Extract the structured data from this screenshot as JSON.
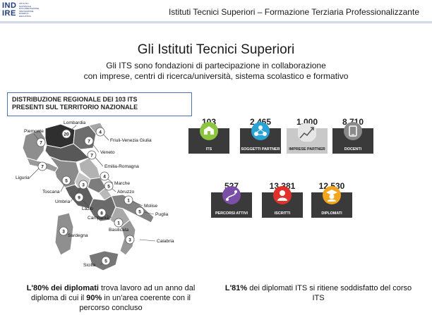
{
  "header": {
    "logo_text": "INDIRE",
    "logo_fine": "ISTITUTO NAZIONALE DOCUMENTAZIONE INNOVAZIONE RICERCA EDUCATIVA",
    "title": "Istituti Tecnici Superiori – Formazione Terziaria Professionalizzante"
  },
  "main": {
    "title": "Gli Istituti Tecnici Superiori",
    "subtitle_line1": "Gli ITS sono fondazioni di partecipazione in collaborazione",
    "subtitle_line2": "con imprese, centri di ricerca/università, sistema scolastico e formativo"
  },
  "distribution": {
    "line1": "DISTRIBUZIONE REGIONALE DEI 103 ITS",
    "line2": "PRESENTI SUL TERRITORIO NAZIONALE"
  },
  "map": {
    "regions": [
      {
        "name": "Lombardia",
        "count": "20"
      },
      {
        "name": "Piemonte",
        "count": "7"
      },
      {
        "name": "Friuli-Venezia Giulia",
        "count": "4"
      },
      {
        "name": "Veneto",
        "count": "7"
      },
      {
        "name": "Emilia-Romagna",
        "count": "7"
      },
      {
        "name": "Liguria",
        "count": "7"
      },
      {
        "name": "Marche",
        "count": "4"
      },
      {
        "name": "Toscana",
        "count": "5"
      },
      {
        "name": "Abruzzo",
        "count": "5"
      },
      {
        "name": "Umbria",
        "count": "3"
      },
      {
        "name": "Molise",
        "count": "1"
      },
      {
        "name": "Lazio",
        "count": "9"
      },
      {
        "name": "Puglia",
        "count": "5"
      },
      {
        "name": "Campania",
        "count": "8"
      },
      {
        "name": "Basilicata",
        "count": "1"
      },
      {
        "name": "Sardegna",
        "count": "3"
      },
      {
        "name": "Calabria",
        "count": "3"
      },
      {
        "name": "Sicilia",
        "count": "5"
      }
    ]
  },
  "stats": [
    {
      "value": "103",
      "label": "ITS",
      "icon": "school-icon",
      "color": "#8cc63f",
      "light": false
    },
    {
      "value": "2.465",
      "label": "SOGGETTI PARTNER",
      "icon": "network-icon",
      "color": "#29a3d6",
      "light": false
    },
    {
      "value": "1.000",
      "label": "IMPRESE PARTNER",
      "icon": "growth-chart-icon",
      "color": "#9e9e9e",
      "light": true
    },
    {
      "value": "8.710",
      "label": "DOCENTI",
      "icon": "tablet-icon",
      "color": "#8a8a8a",
      "light": false
    },
    {
      "value": "527",
      "label": "PERCORSI ATTIVI",
      "icon": "route-icon",
      "color": "#7b4fa8",
      "light": false
    },
    {
      "value": "13.381",
      "label": "ISCRITTI",
      "icon": "student-icon",
      "color": "#e0322b",
      "light": false
    },
    {
      "value": "12.530",
      "label": "DIPLOMATI",
      "icon": "graduate-icon",
      "color": "#f2a51e",
      "light": false
    }
  ],
  "footer": {
    "left_bold1": "L'80% dei diplomati",
    "left_text1": " trova lavoro ad un anno dal diploma di cui il ",
    "left_bold2": "90%",
    "left_text2": " in un'area coerente con il percorso concluso",
    "right_bold": "L'81%",
    "right_text": " dei diplomati ITS si ritiene soddisfatto del corso ITS"
  }
}
